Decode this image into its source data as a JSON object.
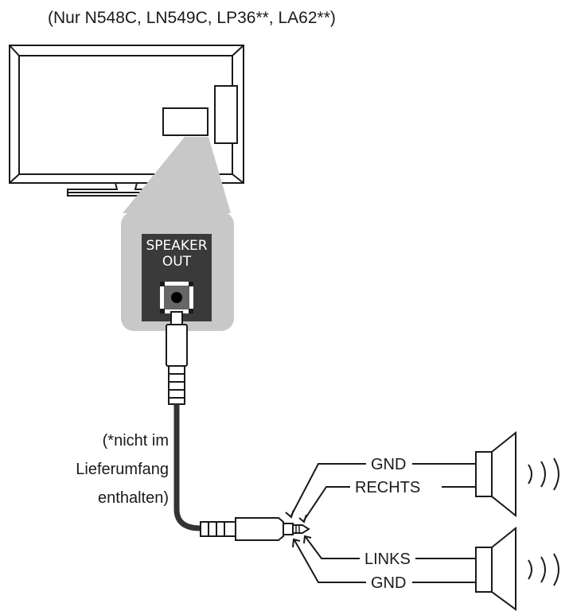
{
  "caption": "(Nur N548C, LN549C, LP36**, LA62**)",
  "port": {
    "line1": "SPEAKER",
    "line2": "OUT"
  },
  "cable_note": {
    "line1": "(*nicht im",
    "line2": "Lieferumfang",
    "line3": "enthalten)"
  },
  "plug_labels": {
    "gnd_top": "GND",
    "rechts": "RECHTS",
    "links": "LINKS",
    "gnd_bottom": "GND"
  },
  "colors": {
    "line": "#1a1a1a",
    "callout": "#c8c8c8",
    "port_panel": "#3a3a3a",
    "cable": "#333333"
  },
  "icons": {
    "tv": "tv-icon",
    "speaker": "loudspeaker-icon",
    "sound": "sound-waves-icon"
  }
}
